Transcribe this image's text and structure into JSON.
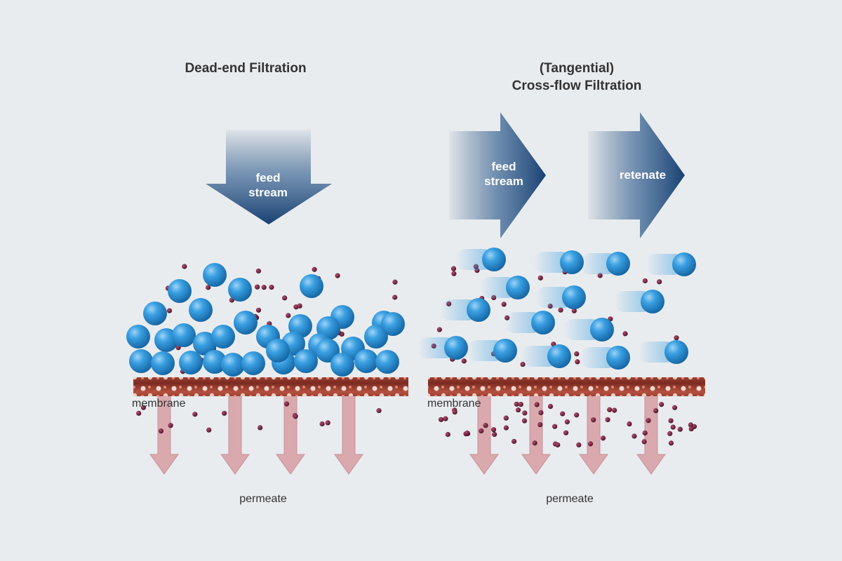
{
  "dead_end": {
    "title": "Dead-end Filtration",
    "feed_label_line1": "feed",
    "feed_label_line2": "stream",
    "membrane_label": "membrane",
    "permeate_label": "permeate"
  },
  "cross_flow": {
    "title_line1": "(Tangential)",
    "title_line2": "Cross-flow Filtration",
    "feed_label_line1": "feed",
    "feed_label_line2": "stream",
    "retenate_label": "retenate",
    "membrane_label": "membrane",
    "permeate_label": "permeate"
  },
  "colors": {
    "arrow_dark": "#1f4a7a",
    "particle_large": "#2a8fd6",
    "particle_small": "#6b1a35",
    "membrane": "#9a3a2e",
    "permeate_arrow": "#d9a9ae",
    "background": "#e9ecef"
  }
}
